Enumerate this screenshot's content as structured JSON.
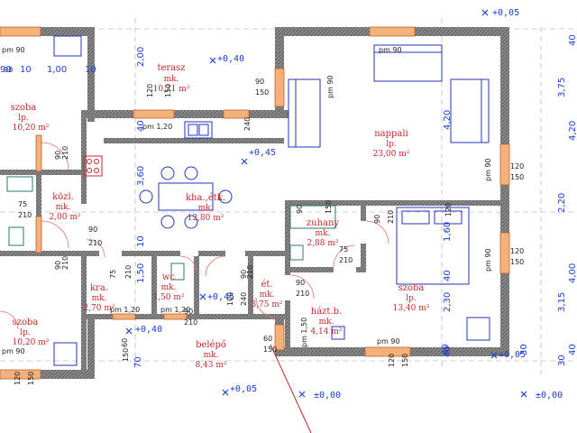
{
  "rooms": {
    "terasz": {
      "name": "terasz",
      "mat": "mk.",
      "area": "10,21 m²"
    },
    "nappali": {
      "name": "nappali",
      "mat": "lp.",
      "area": "23,00 m²"
    },
    "szoba_left_top": {
      "name": "szoba",
      "mat": "lp.",
      "area": "10,20 m²"
    },
    "kozl": {
      "name": "közl.",
      "mat": "mk.",
      "area": "2,00 m²"
    },
    "konyha": {
      "name": "kha.,étk.",
      "mat": "mk.",
      "area": "12,80 m²"
    },
    "zuhany": {
      "name": "zuhany",
      "mat": "mk.",
      "area": "2,88 m²"
    },
    "szoba_right": {
      "name": "szoba",
      "mat": "lp.",
      "area": "13,40 m²"
    },
    "kra": {
      "name": "kra.",
      "mat": "mk.",
      "area": "2,70 m²"
    },
    "wc": {
      "name": "wc",
      "mat": "mk.",
      "area": "1,50 m²"
    },
    "et": {
      "name": "ét.",
      "mat": "mk.",
      "area": "3,75 m²"
    },
    "haztb": {
      "name": "házt.b.",
      "mat": "mk.",
      "area": "4,14 m²"
    },
    "szoba_left_bottom": {
      "name": "szoba",
      "mat": "lp.",
      "area": "10,20 m²"
    },
    "belepo": {
      "name": "belépő",
      "mat": "mk.",
      "area": "8,43 m²"
    }
  },
  "levels": {
    "top_right": "+0,05",
    "terasz": "+0,40",
    "konyha": "+0,45",
    "entry": "+0,45",
    "entry_left": "+0,40",
    "bottom_right": "+0,05",
    "bottom_mid": "+0,05",
    "ground_mid": "±0,00",
    "ground_right": "±0,00"
  },
  "openings": {
    "w_top_left": "pm 90",
    "w_nappali_top": "pm 90",
    "w_nappali_right": "pm 90",
    "w_terasz": "pm 1,20",
    "w_szoba_right": "pm 90",
    "w_bottom_mid": "pm 90",
    "w_bottom_left": "pm 90",
    "w_kra": "pm 1,20",
    "w_wc": "pm 1,20",
    "w_haztb": "pm 1,50",
    "w_nappali_side": "pm 90"
  },
  "small_dims": {
    "d90_a": "90",
    "d150_a": "150",
    "d90_b": "90",
    "d150_b": "150",
    "d120_a": "120",
    "d150_c": "150",
    "d120_b": "120",
    "d150_d": "150",
    "d90_c": "90",
    "d210_a": "210",
    "d90_d": "90",
    "d210_b": "210",
    "d75_a": "75",
    "d210_c": "210",
    "d75_b": "75",
    "d210_d": "210",
    "d90_e": "90",
    "d210_e": "210",
    "d90_f": "90",
    "d210_f": "210",
    "d60_a": "60",
    "d150_e": "150",
    "d60_b": "60",
    "d150_f": "150",
    "d120_c": "120",
    "d150_g": "150",
    "d120_d": "120",
    "d150_h": "150",
    "d75_c": "75",
    "d210_g": "210",
    "d90_g": "90",
    "d210_h": "210",
    "d120_e": "120",
    "d240_a": "240",
    "d90_h": "90",
    "d210_i": "210",
    "d90_i": "90",
    "d210_j": "210",
    "d100": "100",
    "d240_b": "240",
    "d90_j": "90",
    "d150_i": "150",
    "d120_f": "120",
    "d150_j": "150"
  },
  "main_dims": {
    "v200": "2,00",
    "v360": "3,60",
    "v420": "4,20",
    "v160": "1,60",
    "v230": "2,30",
    "v40a": "40",
    "v40b": "40",
    "v10": "10",
    "v40c": "40",
    "v150": "1,50",
    "r375": "3,75",
    "r420": "4,20",
    "r220": "2,20",
    "r400": "4,00",
    "r315": "3,15",
    "r40a": "40",
    "r40b": "40",
    "r30": "30",
    "b70": "70",
    "b40": "40",
    "b30": "30",
    "l90": "90",
    "l10": "10",
    "l100": "1,00",
    "l10b": "10"
  },
  "colors": {
    "wall": "#7a7a7a",
    "window": "#f2b27a",
    "room_text": "#c62828",
    "dim_text": "#1a3fd6",
    "furniture": "#2036b8"
  }
}
